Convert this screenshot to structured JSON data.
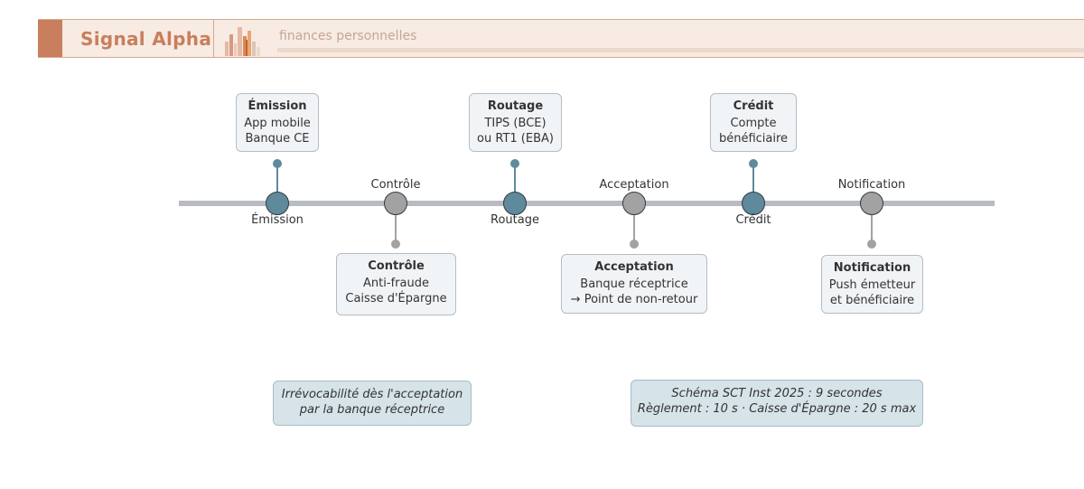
{
  "header": {
    "brand": "Signal Alpha",
    "tagline": "finances personnelles",
    "logo_icon": "bar-chart-logo-icon",
    "colors": {
      "brand": "#c97e5d",
      "band": "#f7ebe3"
    }
  },
  "timeline": {
    "steps": [
      {
        "label": "Émission",
        "kind": "major",
        "card": {
          "title": "Émission",
          "lines": [
            "App mobile",
            "Banque CE"
          ]
        }
      },
      {
        "label": "Contrôle",
        "kind": "minor",
        "card": {
          "title": "Contrôle",
          "lines": [
            "Anti-fraude",
            "Caisse d'Épargne"
          ]
        }
      },
      {
        "label": "Routage",
        "kind": "major",
        "card": {
          "title": "Routage",
          "lines": [
            "TIPS (BCE)",
            "ou RT1 (EBA)"
          ]
        }
      },
      {
        "label": "Acceptation",
        "kind": "minor",
        "card": {
          "title": "Acceptation",
          "lines": [
            "Banque réceptrice",
            "→ Point de non-retour"
          ]
        }
      },
      {
        "label": "Crédit",
        "kind": "major",
        "card": {
          "title": "Crédit",
          "lines": [
            "Compte",
            "bénéficiaire"
          ]
        }
      },
      {
        "label": "Notification",
        "kind": "minor",
        "card": {
          "title": "Notification",
          "lines": [
            "Push émetteur",
            "et bénéficiaire"
          ]
        }
      }
    ],
    "colors": {
      "major": "#5e8a9c",
      "minor": "#a2a2a2",
      "axis": "#b8bcc2"
    }
  },
  "notes": {
    "irrevocability": [
      "Irrévocabilité dès l'acceptation",
      "par la banque réceptrice"
    ],
    "scheme": [
      "Schéma SCT Inst 2025 : 9 secondes",
      "Règlement : 10 s · Caisse d'Épargne : 20 s max"
    ]
  }
}
